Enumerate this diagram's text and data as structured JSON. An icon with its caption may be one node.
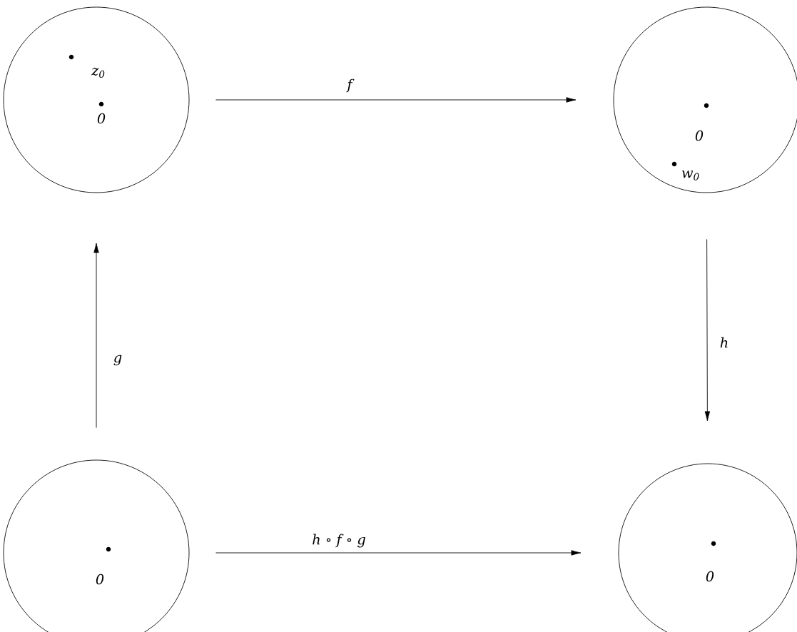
{
  "diagram": {
    "nodes": [
      {
        "text": [
          "z$_{0}$",
          "0"
        ]
      },
      {
        "text": [
          "0",
          "w$_{0}$"
        ]
      },
      {
        "text": [
          "0"
        ]
      },
      {
        "text": [
          "0"
        ]
      }
    ],
    "edges": [
      {
        "from": 0,
        "to": 1,
        "arrow": "to",
        "label": "f"
      },
      {
        "from": 1,
        "to": 3,
        "arrow": "to",
        "label": "h"
      },
      {
        "from": 2,
        "to": 0,
        "arrow": "to",
        "label": "g"
      },
      {
        "from": 2,
        "to": 3,
        "arrow": "to",
        "label": "h ∘ f ∘ g"
      }
    ]
  }
}
